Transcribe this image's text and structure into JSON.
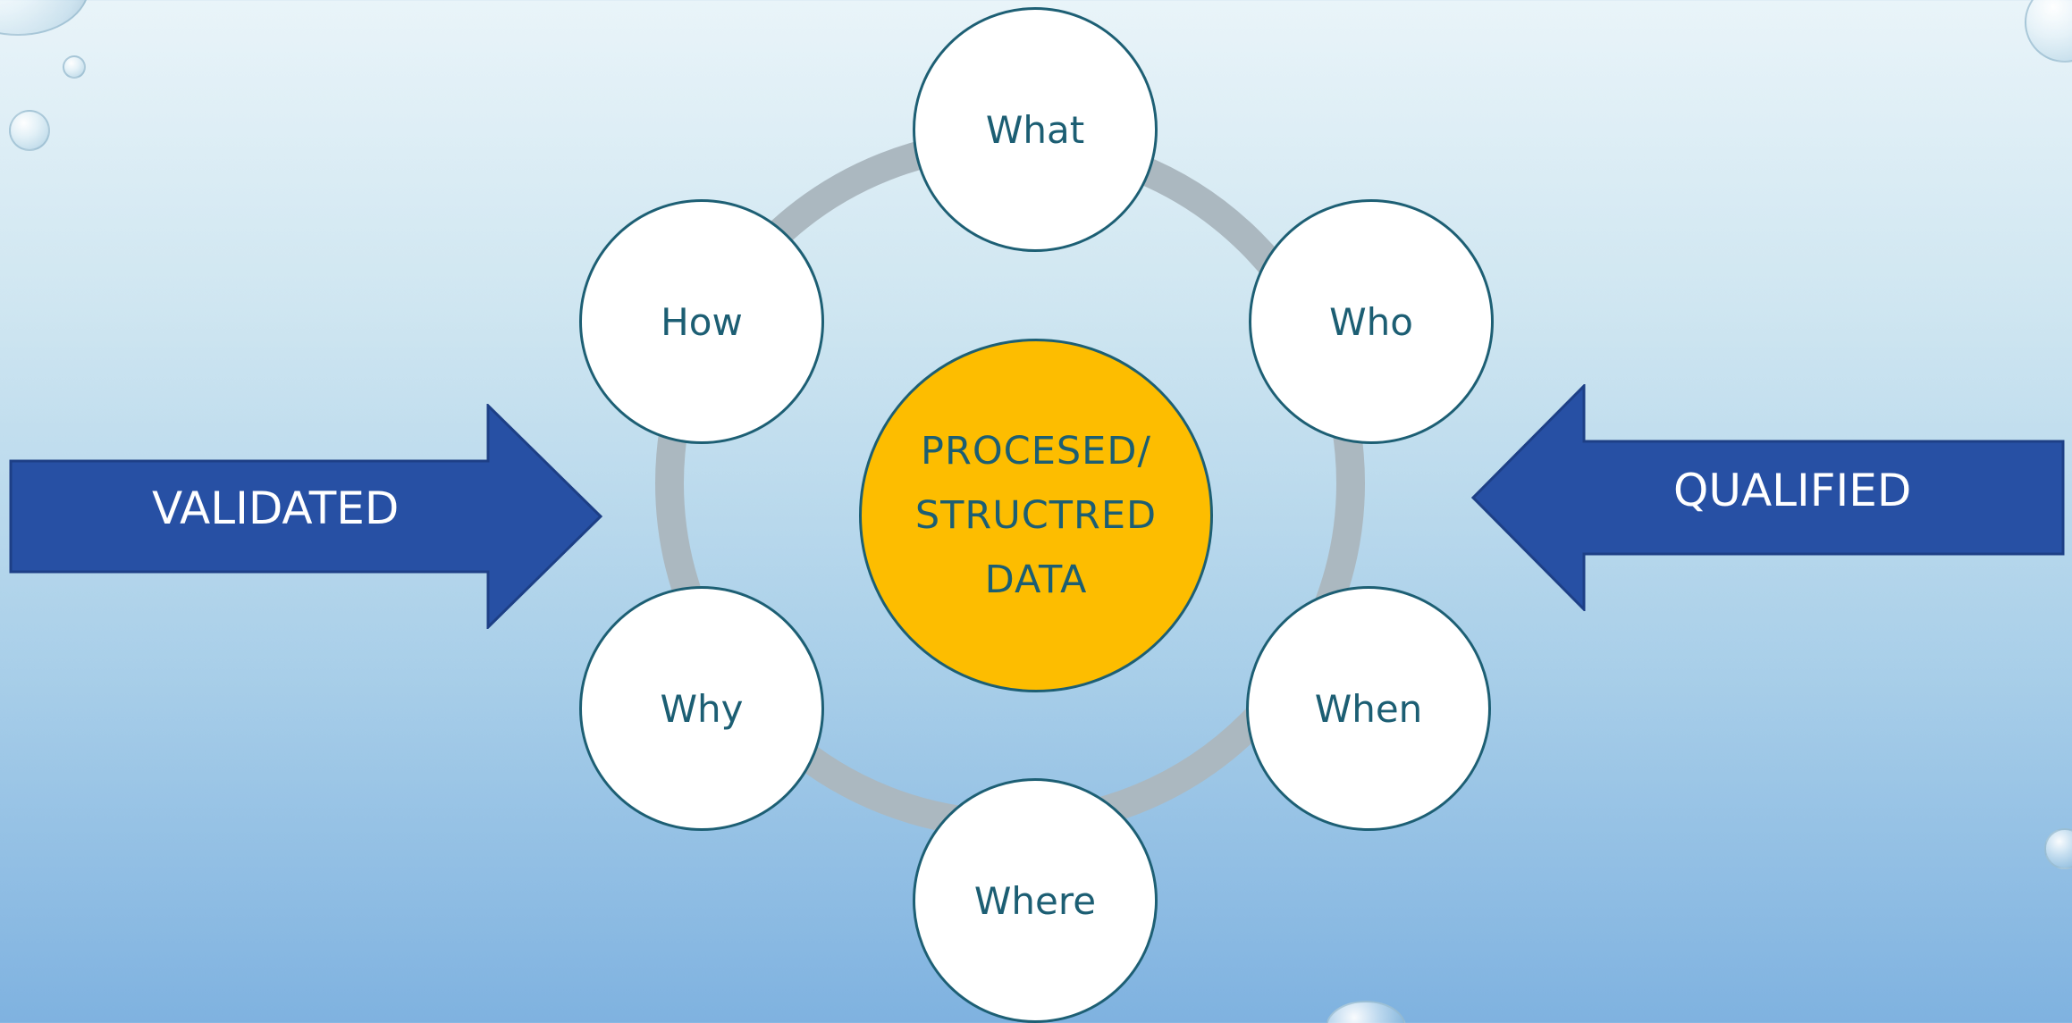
{
  "diagram": {
    "center_lines": [
      "PROCESED/",
      "STRUCTRED",
      "DATA"
    ],
    "nodes": {
      "what": "What",
      "who": "Who",
      "when": "When",
      "where": "Where",
      "why": "Why",
      "how": "How"
    },
    "left_arrow_label": "VALIDATED",
    "right_arrow_label": "QUALIFIED"
  },
  "colors": {
    "center_fill": "#fdbd00",
    "node_text": "#1c5e73",
    "arrow_fill": "#2750a4",
    "ring": "#abb8c0"
  }
}
